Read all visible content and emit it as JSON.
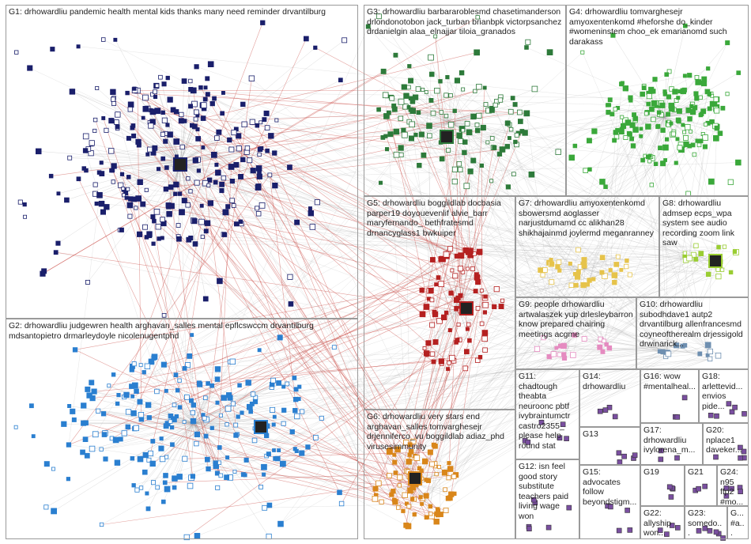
{
  "colors": {
    "edge_gray": "#9b9b9b",
    "edge_red": "#c8403a",
    "border": "#9a9a9a",
    "g1": "#1a1f6b",
    "g2": "#2a7fd0",
    "g3": "#2d7a3a",
    "g4": "#3aa83a",
    "g5": "#b52020",
    "g6": "#d9861a",
    "g7": "#e6c34a",
    "g8": "#9acd32",
    "g9": "#e58bc0",
    "g10": "#6f8fb0",
    "misc": "#7a4fa0"
  },
  "groups": [
    {
      "id": "G1",
      "label": "G1: drhowardliu pandemic health mental kids thanks many need reminder drvantilburg"
    },
    {
      "id": "G2",
      "label": "G2: drhowardliu judgewren health arghavan_salles mental epflcswccm drvantilburg mdsantopietro drmarleydoyle nicolenugentphd"
    },
    {
      "id": "G3",
      "label": "G3: drhowardliu barbararoblesmd chasetimanderson drlondonotobon jack_turban brianbpk victorpsanchez drdanielgin alaa_elnajjar tiloia_granados"
    },
    {
      "id": "G4",
      "label": "G4: drhowardliu tomvarghesejr amyoxentenkomd #heforshe do_kinder #womeninstem choo_ek emarianomd such darakass"
    },
    {
      "id": "G5",
      "label": "G5: drhowardliu boggildlab docbasia parper19 doyouevenlif alvie_barr maryfernando_ bethfratesmd drnancyglass1 bwkuiper"
    },
    {
      "id": "G6",
      "label": "G6: drhowardliu very stars end arghavan_salles tomvarghesejr drjenniferco_vu boggildlab adiaz_phd virusesimmunity"
    },
    {
      "id": "G7",
      "label": "G7: drhowardliu amyoxentenkomd sbowersmd aoglasser narjustdumamd cc alikhan28 shikhajainmd joylermd meganranney"
    },
    {
      "id": "G8",
      "label": "G8: drhowardliu admsep ecps_wpa system see audio recording zoom link saw"
    },
    {
      "id": "G9",
      "label": "G9: people drhowardliu artwalaszek yup drlesleybarron know prepared chairing meetings acgme"
    },
    {
      "id": "G10",
      "label": "G10: drhowardliu subodhdave1 autp2 drvantilburg allenfrancesmd coyneoftherealm drjessigold drwinarick..."
    },
    {
      "id": "G11",
      "label": "G11: chadtough theabta neuroonc pbtf ivybraintumctr castro2355_ please help round stat"
    },
    {
      "id": "G12",
      "label": "G12: isn feel good story substitute teachers paid living wage won"
    },
    {
      "id": "G13",
      "label": "G13"
    },
    {
      "id": "G14",
      "label": "G14: drhowardliu"
    },
    {
      "id": "G15",
      "label": "G15: advocates follow beyondstigm..."
    },
    {
      "id": "G16",
      "label": "G16: wow #mentalheal..."
    },
    {
      "id": "G17",
      "label": "G17: drhowardliu ivylorena_m..."
    },
    {
      "id": "G18",
      "label": "G18: arlettevid... envios pide..."
    },
    {
      "id": "G19",
      "label": "G19"
    },
    {
      "id": "G20",
      "label": "G20: nplace1 daveker..."
    },
    {
      "id": "G21",
      "label": "G21"
    },
    {
      "id": "G22",
      "label": "G22: allyship won..."
    },
    {
      "id": "G23",
      "label": "G23: somedo..."
    },
    {
      "id": "G24",
      "label": "G24: n95 ffp2 #mo..."
    },
    {
      "id": "G25",
      "label": "G... #a..."
    }
  ]
}
